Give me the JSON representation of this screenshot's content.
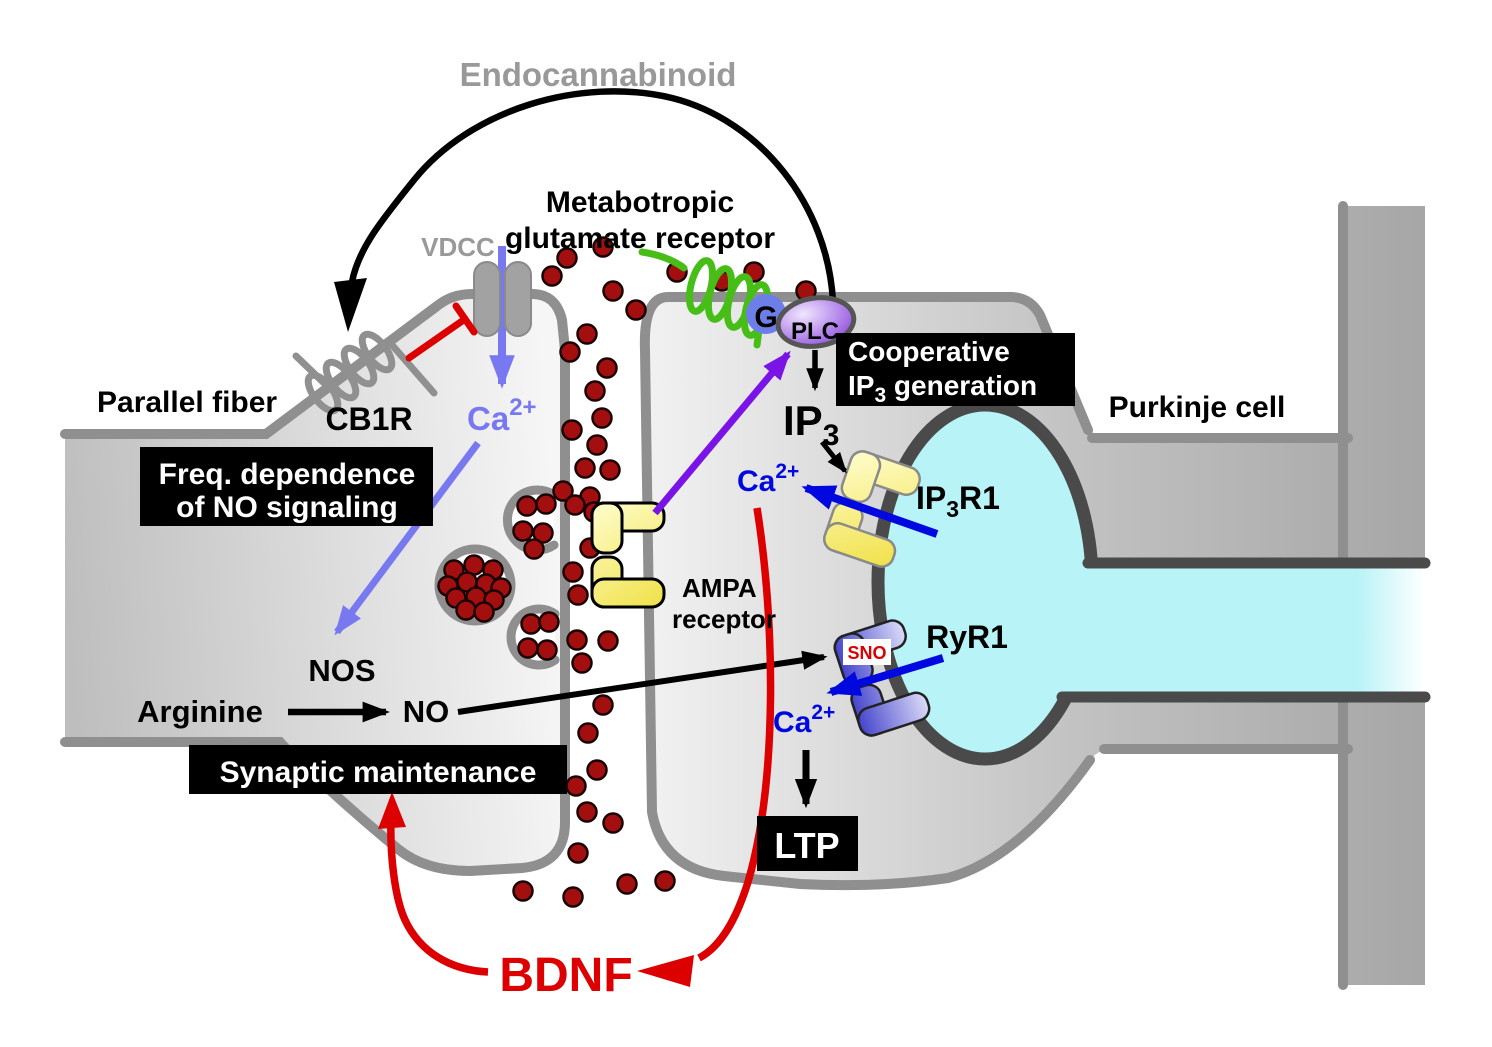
{
  "labels": {
    "endocannabinoid": "Endocannabinoid",
    "metabotropic_1": "Metabotropic",
    "metabotropic_2": "glutamate receptor",
    "vdcc": "VDCC",
    "parallel_fiber": "Parallel fiber",
    "cb1r": "CB1R",
    "ca": "Ca",
    "ca_sup": "2+",
    "nos": "NOS",
    "arginine": "Arginine",
    "no": "NO",
    "bdnf": "BDNF",
    "ampa_1": "AMPA",
    "ampa_2": "receptor",
    "g": "G",
    "plc": "PLC",
    "ip": "IP",
    "three": "3",
    "r1": "R1",
    "ryr1": "RyR1",
    "sno": "SNO",
    "purkinje_cell": "Purkinje cell"
  },
  "boxes": {
    "freq_dependence": {
      "line1": "Freq. dependence",
      "line2": "of NO signaling"
    },
    "synaptic_maintenance": "Synaptic maintenance",
    "cooperative_ip3": {
      "line1": "Cooperative",
      "line2_pre": "IP",
      "line2_sub": "3",
      "line2_post": " generation"
    },
    "ltp": "LTP"
  },
  "colors": {
    "accent_red": "#DD0000",
    "calcium_blue": "#0008E0",
    "presyn_calcium_blue": "#7878F0",
    "violet_arrow": "#7A14E6",
    "er_cyan": "#B8F3F7",
    "membrane_gray": "#8F8F8F",
    "er_border_gray": "#4A4A4A",
    "receptor_yellow": "#F0E24C",
    "ryr_blue": "#3C3CCA",
    "mglur_green": "#47BE18",
    "plc_purple": "#7B2FD6",
    "g_protein_blue": "#6E7EE8",
    "glutamate_dark_red": "#A30F0F",
    "label_gray": "#999999",
    "black": "#000000",
    "white": "#FFFFFF"
  }
}
